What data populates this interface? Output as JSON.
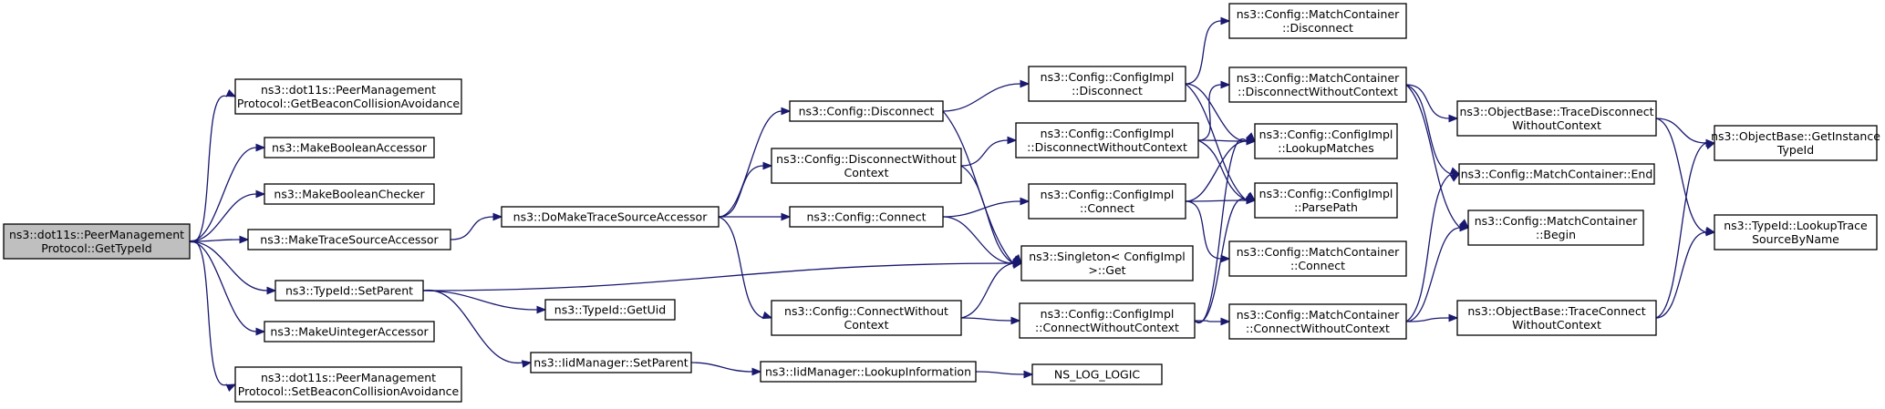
{
  "nodes": [
    {
      "id": "root",
      "lines": [
        "ns3::dot11s::PeerManagement",
        "Protocol::GetTypeId"
      ],
      "root": true
    },
    {
      "id": "getbeacon",
      "lines": [
        "ns3::dot11s::PeerManagement",
        "Protocol::GetBeaconCollisionAvoidance"
      ]
    },
    {
      "id": "mkboolacc",
      "lines": [
        "ns3::MakeBooleanAccessor"
      ]
    },
    {
      "id": "mkboolchk",
      "lines": [
        "ns3::MakeBooleanChecker"
      ]
    },
    {
      "id": "mktrace",
      "lines": [
        "ns3::MakeTraceSourceAccessor"
      ]
    },
    {
      "id": "setparent",
      "lines": [
        "ns3::TypeId::SetParent"
      ]
    },
    {
      "id": "mkuint",
      "lines": [
        "ns3::MakeUintegerAccessor"
      ]
    },
    {
      "id": "setbeacon",
      "lines": [
        "ns3::dot11s::PeerManagement",
        "Protocol::SetBeaconCollisionAvoidance"
      ]
    },
    {
      "id": "domake",
      "lines": [
        "ns3::DoMakeTraceSourceAccessor"
      ]
    },
    {
      "id": "getuid",
      "lines": [
        "ns3::TypeId::GetUid"
      ]
    },
    {
      "id": "iidsetparent",
      "lines": [
        "ns3::IidManager::SetParent"
      ]
    },
    {
      "id": "cfgdisc",
      "lines": [
        "ns3::Config::Disconnect"
      ]
    },
    {
      "id": "cfgdiscwc",
      "lines": [
        "ns3::Config::DisconnectWithout",
        "Context"
      ]
    },
    {
      "id": "cfgconn",
      "lines": [
        "ns3::Config::Connect"
      ]
    },
    {
      "id": "cfgconnwc",
      "lines": [
        "ns3::Config::ConnectWithout",
        "Context"
      ]
    },
    {
      "id": "iidlookup",
      "lines": [
        "ns3::IidManager::LookupInformation"
      ]
    },
    {
      "id": "implDisc",
      "lines": [
        "ns3::Config::ConfigImpl",
        "::Disconnect"
      ]
    },
    {
      "id": "implDiscWC",
      "lines": [
        "ns3::Config::ConfigImpl",
        "::DisconnectWithoutContext"
      ]
    },
    {
      "id": "implConn",
      "lines": [
        "ns3::Config::ConfigImpl",
        "::Connect"
      ]
    },
    {
      "id": "singleton",
      "lines": [
        "ns3::Singleton< ConfigImpl",
        " >::Get"
      ]
    },
    {
      "id": "implConnWC",
      "lines": [
        "ns3::Config::ConfigImpl",
        "::ConnectWithoutContext"
      ]
    },
    {
      "id": "nslog",
      "lines": [
        "NS_LOG_LOGIC"
      ]
    },
    {
      "id": "mcDisc",
      "lines": [
        "ns3::Config::MatchContainer",
        "::Disconnect"
      ]
    },
    {
      "id": "mcDiscWC",
      "lines": [
        "ns3::Config::MatchContainer",
        "::DisconnectWithoutContext"
      ]
    },
    {
      "id": "lookupMatches",
      "lines": [
        "ns3::Config::ConfigImpl",
        "::LookupMatches"
      ]
    },
    {
      "id": "parsePath",
      "lines": [
        "ns3::Config::ConfigImpl",
        "::ParsePath"
      ]
    },
    {
      "id": "mcConn",
      "lines": [
        "ns3::Config::MatchContainer",
        "::Connect"
      ]
    },
    {
      "id": "mcConnWC",
      "lines": [
        "ns3::Config::MatchContainer",
        "::ConnectWithoutContext"
      ]
    },
    {
      "id": "obTraceDisc",
      "lines": [
        "ns3::ObjectBase::TraceDisconnect",
        "WithoutContext"
      ]
    },
    {
      "id": "mcEnd",
      "lines": [
        "ns3::Config::MatchContainer::End"
      ]
    },
    {
      "id": "mcBegin",
      "lines": [
        "ns3::Config::MatchContainer",
        "::Begin"
      ]
    },
    {
      "id": "obTraceConn",
      "lines": [
        "ns3::ObjectBase::TraceConnect",
        "WithoutContext"
      ]
    },
    {
      "id": "obGetInst",
      "lines": [
        "ns3::ObjectBase::GetInstance",
        "TypeId"
      ]
    },
    {
      "id": "lookupTrace",
      "lines": [
        "ns3::TypeId::LookupTrace",
        "SourceByName"
      ]
    }
  ],
  "edges": [
    [
      "root",
      "getbeacon"
    ],
    [
      "root",
      "mkboolacc"
    ],
    [
      "root",
      "mkboolchk"
    ],
    [
      "root",
      "mktrace"
    ],
    [
      "root",
      "setparent"
    ],
    [
      "root",
      "mkuint"
    ],
    [
      "root",
      "setbeacon"
    ],
    [
      "mktrace",
      "domake"
    ],
    [
      "setparent",
      "singleton"
    ],
    [
      "setparent",
      "getuid"
    ],
    [
      "setparent",
      "iidsetparent"
    ],
    [
      "domake",
      "cfgdisc"
    ],
    [
      "domake",
      "cfgdiscwc"
    ],
    [
      "domake",
      "cfgconn"
    ],
    [
      "domake",
      "cfgconnwc"
    ],
    [
      "iidsetparent",
      "iidlookup"
    ],
    [
      "iidlookup",
      "nslog"
    ],
    [
      "cfgdisc",
      "implDisc"
    ],
    [
      "cfgdisc",
      "singleton"
    ],
    [
      "cfgdiscwc",
      "implDiscWC"
    ],
    [
      "cfgdiscwc",
      "singleton"
    ],
    [
      "cfgconn",
      "implConn"
    ],
    [
      "cfgconn",
      "singleton"
    ],
    [
      "cfgconnwc",
      "singleton"
    ],
    [
      "cfgconnwc",
      "implConnWC"
    ],
    [
      "implDisc",
      "mcDisc"
    ],
    [
      "implDisc",
      "lookupMatches"
    ],
    [
      "implDisc",
      "parsePath"
    ],
    [
      "implDiscWC",
      "mcDiscWC"
    ],
    [
      "implDiscWC",
      "lookupMatches"
    ],
    [
      "implDiscWC",
      "parsePath"
    ],
    [
      "implConn",
      "lookupMatches"
    ],
    [
      "implConn",
      "parsePath"
    ],
    [
      "implConn",
      "mcConn"
    ],
    [
      "implConnWC",
      "lookupMatches"
    ],
    [
      "implConnWC",
      "parsePath"
    ],
    [
      "implConnWC",
      "mcConnWC"
    ],
    [
      "mcDiscWC",
      "obTraceDisc"
    ],
    [
      "mcDiscWC",
      "mcEnd"
    ],
    [
      "mcDiscWC",
      "mcBegin"
    ],
    [
      "mcConnWC",
      "mcEnd"
    ],
    [
      "mcConnWC",
      "mcBegin"
    ],
    [
      "mcConnWC",
      "obTraceConn"
    ],
    [
      "obTraceDisc",
      "obGetInst"
    ],
    [
      "obTraceDisc",
      "lookupTrace"
    ],
    [
      "obTraceConn",
      "obGetInst"
    ],
    [
      "obTraceConn",
      "lookupTrace"
    ]
  ]
}
